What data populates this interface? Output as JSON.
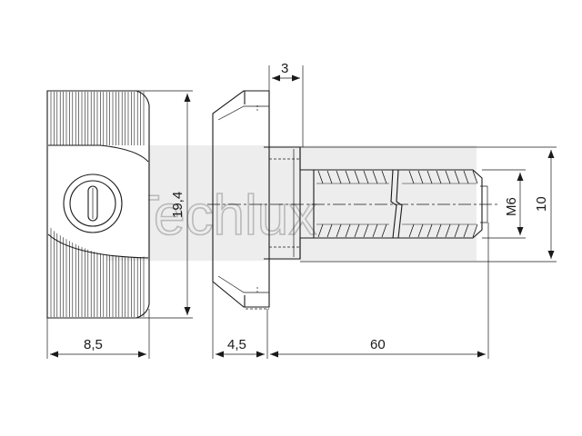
{
  "watermark": {
    "text": "Techlux",
    "color": "#d9d9d9"
  },
  "dimensions": {
    "front_width": "8,5",
    "front_height": "19,4",
    "head_thickness": "3",
    "flange_width": "4,5",
    "shaft_length": "60",
    "thread_size": "M6",
    "shaft_diameter": "10"
  },
  "colors": {
    "line": "#1a1a1a",
    "watermark_box": "#dcdcdc"
  }
}
